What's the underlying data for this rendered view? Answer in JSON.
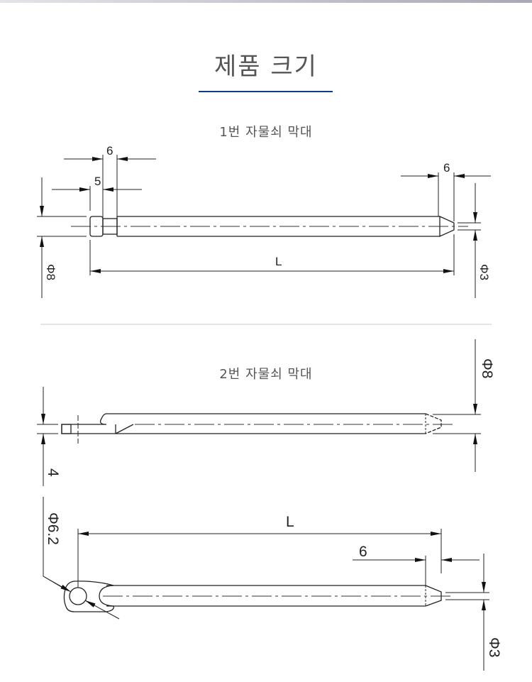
{
  "header": {
    "title": "제품 크기",
    "accent_color": "#0d3b8c"
  },
  "drawings": [
    {
      "caption": "1번 자물쇠 막대",
      "dims": {
        "head_width": "6",
        "cap_width": "5",
        "tip_length": "6",
        "length": "L",
        "diameter": "Φ8",
        "tip_diameter": "Φ3"
      }
    },
    {
      "caption": "2번 자물쇠 막대",
      "dims": {
        "diameter": "Φ8",
        "plate_thickness": "4",
        "hole_diameter": "Φ6.2",
        "length": "L",
        "tip_length": "6",
        "tip_diameter": "Φ3"
      }
    }
  ]
}
